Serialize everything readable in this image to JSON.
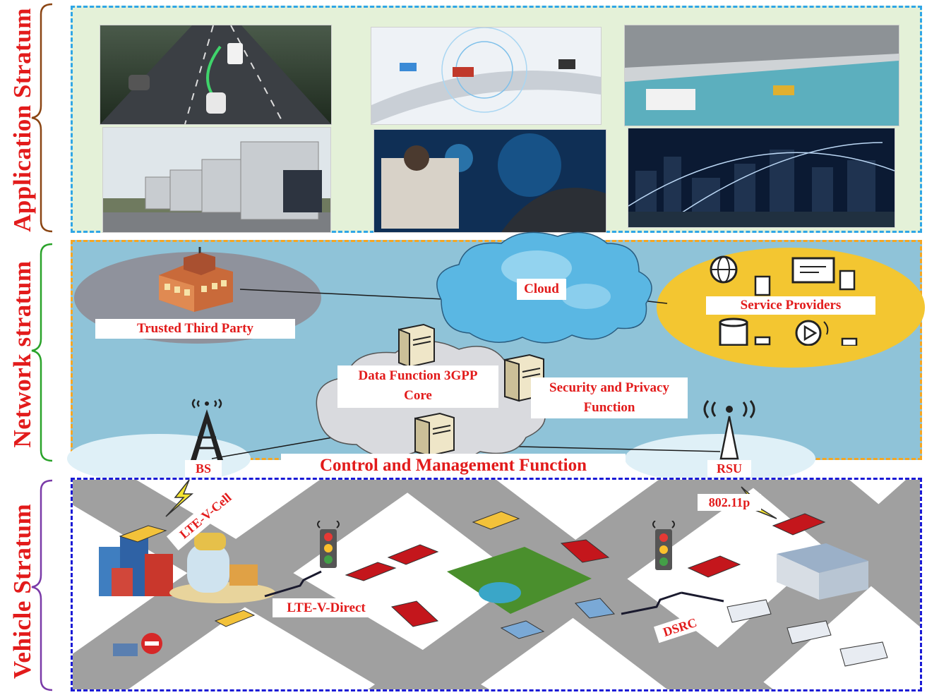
{
  "strata": {
    "application": "Application Stratum",
    "network": "Network stratum",
    "vehicle": "Vehicle Stratum"
  },
  "network": {
    "trusted_third_party": "Trusted Third Party",
    "cloud": "Cloud",
    "service_providers": "Service Providers",
    "data_function_line1": "Data Function 3GPP",
    "data_function_line2": "Core",
    "security_line1": "Security and Privacy",
    "security_line2": "Function",
    "control_mgmt": "Control and Management Function",
    "bs": "BS",
    "rsu": "RSU"
  },
  "vehicle": {
    "lte_v_cell": "LTE-V-Cell",
    "lte_v_direct": "LTE-V-Direct",
    "dsrc": "DSRC",
    "ieee": "802.11p"
  },
  "colors": {
    "label_red": "#e21b1b",
    "app_border": "#2fa6e6",
    "net_border": "#f5a623",
    "veh_border": "#1a1ad6",
    "app_bg": "#e6f2dc",
    "net_bg": "#8fc3d8",
    "road": "#9e9e9e"
  },
  "icons": [
    "server-icon",
    "cloud-icon",
    "building-icon",
    "antenna-tower-icon",
    "traffic-light-icon",
    "car-icon",
    "bus-icon",
    "globe-icon",
    "play-icon",
    "database-icon",
    "lightning-icon"
  ]
}
